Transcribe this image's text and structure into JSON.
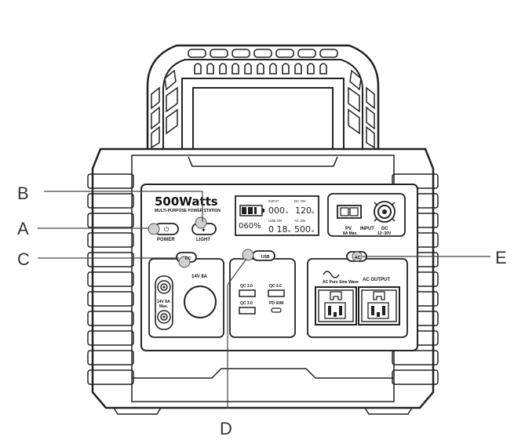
{
  "callouts": {
    "a": "A",
    "b": "B",
    "c": "C",
    "d": "D",
    "e": "E"
  },
  "brand": {
    "title": "500Watts",
    "subtitle": "MULTI-PURPOSE POWER STATION"
  },
  "buttons": {
    "power": "POWER",
    "light": "LIGHT"
  },
  "lcd": {
    "battery_percent": "060%",
    "input_label": "INPUT",
    "input_value": "000",
    "dc_on_label": "DC ON",
    "dc_on_value": "120",
    "usb_on_label": "USB ON",
    "usb_on_value": "0 18",
    "ac_on_label": "AC ON",
    "ac_on_value": "500",
    "unit": "w"
  },
  "input_panel": {
    "pv": "PV",
    "pv_sub": "8A Max.",
    "input": "INPUT",
    "dc": "DC",
    "dc_sub": "12~30V"
  },
  "dc_panel": {
    "rating": "14V 8A",
    "car_rating": "14V 8A",
    "car_rating_sub": "Max."
  },
  "usb_panel": {
    "qc1": "QC 3.0",
    "qc2": "QC 3.0",
    "qc3": "QC 3.0",
    "pd": "PD 60W"
  },
  "ac_panel": {
    "wave_label": "AC Pure Sine Wave",
    "output": "AC OUTPUT"
  },
  "panel_buttons": {
    "dc": "DC",
    "usb": "USB",
    "ac": "AC"
  }
}
